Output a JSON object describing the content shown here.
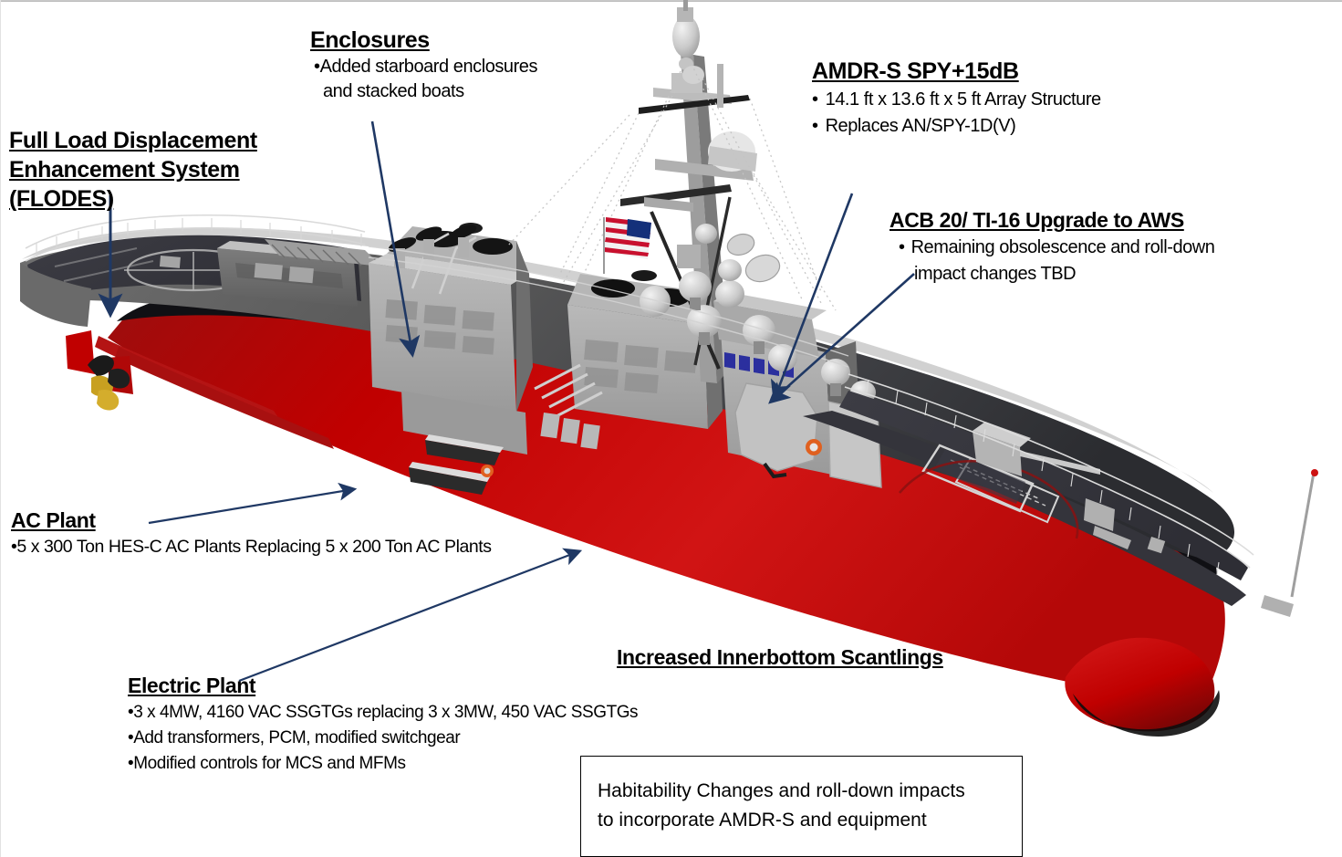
{
  "diagram": {
    "subject": "DDG 51 Flight III destroyer upgrade overview",
    "accent_line_color": "#1F3864",
    "hull_upper_color": "#4D4D4D",
    "hull_boot_color": "#1A1A1A",
    "antifouling_color": "#C00000",
    "deck_color": "#3B3B42",
    "superstructure_color": "#A6A6A6"
  },
  "callouts": [
    {
      "key": "flodes",
      "title": "Full Load Displacement",
      "title_line2": "Enhancement System",
      "title_line3": "(FLODES)",
      "bullets": []
    },
    {
      "key": "enclosures",
      "title": "Enclosures",
      "bullets": [
        "Added starboard enclosures",
        "and stacked boats"
      ]
    },
    {
      "key": "amdr",
      "title": "AMDR-S SPY+15dB",
      "bullets": [
        "14.1 ft x 13.6 ft x 5 ft Array Structure",
        "Replaces AN/SPY-1D(V)"
      ]
    },
    {
      "key": "acb20",
      "title": "ACB 20/ TI-16 Upgrade to AWS",
      "bullets": [
        "Remaining obsolescence and roll-down",
        "impact changes TBD"
      ]
    },
    {
      "key": "acplant",
      "title": "AC Plant",
      "bullets": [
        "5 x 300 Ton HES-C AC Plants Replacing 5 x 200 Ton AC Plants"
      ]
    },
    {
      "key": "electric",
      "title": "Electric Plant",
      "bullets": [
        "3 x 4MW, 4160 VAC SSGTGs replacing 3 x 3MW, 450 VAC SSGTGs",
        "Add transformers, PCM, modified switchgear",
        "Modified controls for MCS and MFMs"
      ]
    },
    {
      "key": "scantlings",
      "title": "Increased Innerbottom Scantlings",
      "bullets": []
    }
  ],
  "flodes": {
    "title_l1": "Full Load Displacement",
    "title_l2": "Enhancement System",
    "title_l3": "(FLODES)"
  },
  "enclosures": {
    "title": "Enclosures",
    "b1": "Added starboard enclosures",
    "b2": "and stacked boats"
  },
  "amdr": {
    "title": "AMDR-S SPY+15dB",
    "b1": "14.1 ft x 13.6 ft x 5 ft Array Structure",
    "b2": "Replaces AN/SPY-1D(V)"
  },
  "acb20": {
    "title": "ACB 20/ TI-16 Upgrade to AWS",
    "b1": "Remaining obsolescence and roll-down",
    "b2": "impact changes TBD"
  },
  "acplant": {
    "title": "AC Plant",
    "b1": "5 x 300 Ton HES-C AC Plants Replacing 5 x 200 Ton AC Plants"
  },
  "electric": {
    "title": "Electric Plant",
    "b1": "3 x 4MW, 4160 VAC SSGTGs replacing 3 x 3MW, 450 VAC SSGTGs",
    "b2": "Add transformers, PCM, modified switchgear",
    "b3": "Modified controls for MCS and MFMs"
  },
  "scantlings": {
    "title": "Increased Innerbottom Scantlings"
  },
  "note": {
    "line1": "Habitability Changes  and roll-down  impacts",
    "line2": "to incorporate AMDR-S and equipment"
  },
  "bullet_glyph": "•"
}
